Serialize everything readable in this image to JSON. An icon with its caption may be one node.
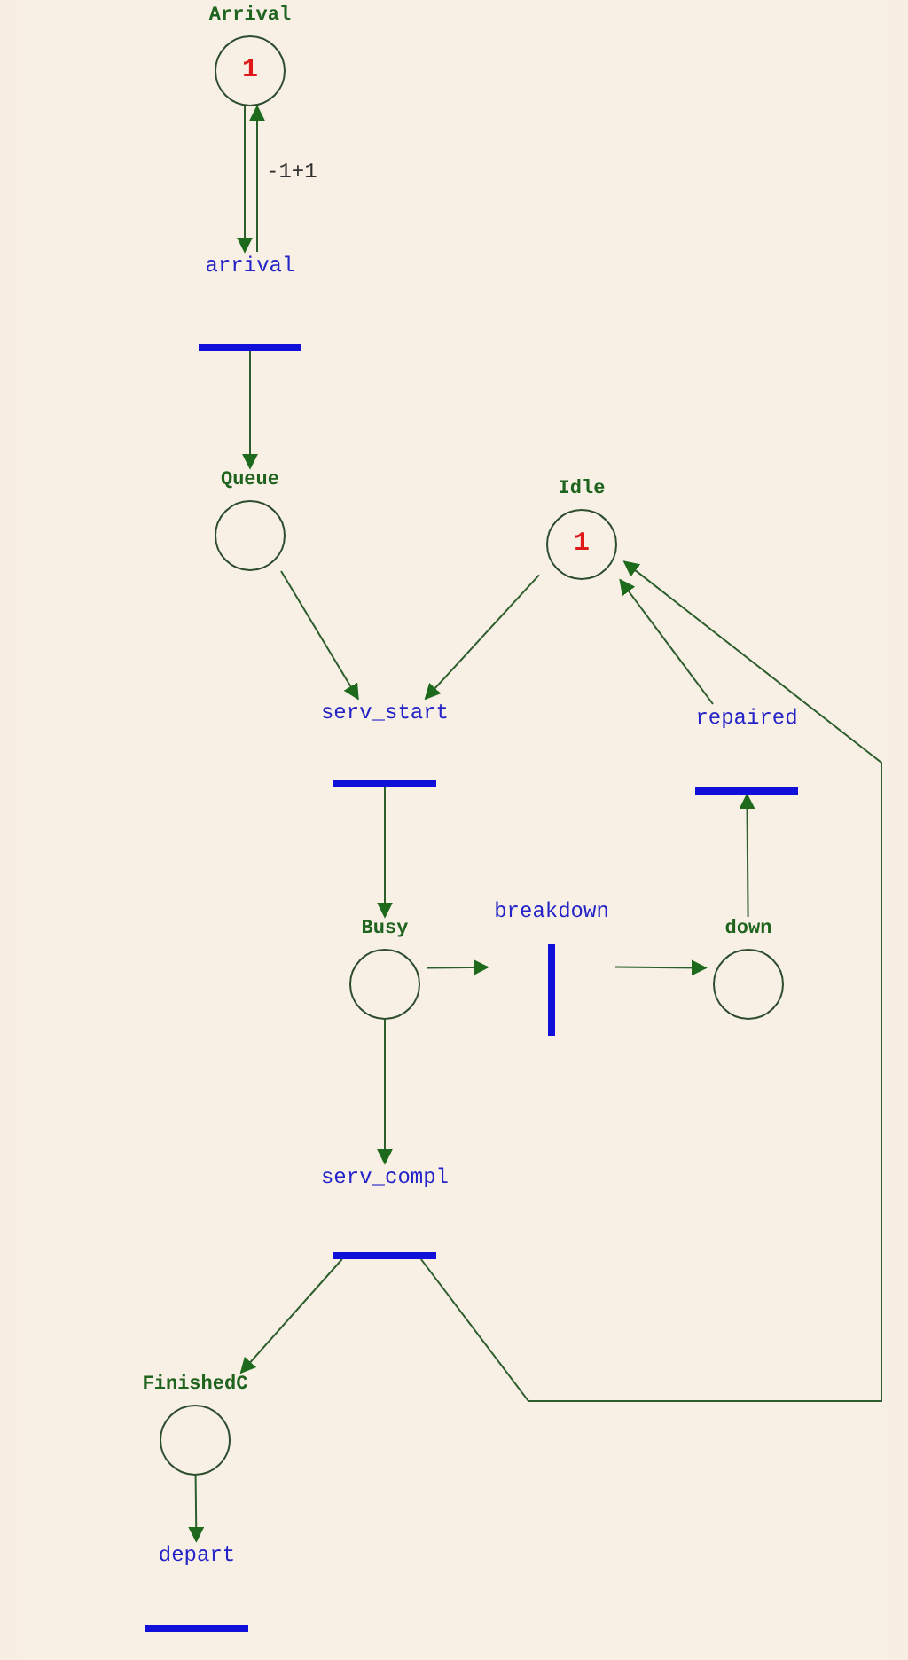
{
  "diagram": {
    "nodes": [
      {
        "text": [
          "Arrival",
          "1"
        ]
      },
      {
        "text": [
          "arrival"
        ]
      },
      {
        "text": [
          "Queue"
        ]
      },
      {
        "text": [
          "Idle",
          "1"
        ]
      },
      {
        "text": [
          "serv_start"
        ]
      },
      {
        "text": [
          "repaired"
        ]
      },
      {
        "text": [
          "Busy"
        ]
      },
      {
        "text": [
          "breakdown"
        ]
      },
      {
        "text": [
          "down"
        ]
      },
      {
        "text": [
          "serv_compl"
        ]
      },
      {
        "text": [
          "FinishedC"
        ]
      },
      {
        "text": [
          "depart"
        ]
      }
    ],
    "edges": [
      {
        "from": 1,
        "to": 0,
        "arrow": "to",
        "label": "-1+1"
      },
      {
        "from": 0,
        "to": 1,
        "arrow": "to"
      },
      {
        "from": 1,
        "to": 2,
        "arrow": "to"
      },
      {
        "from": 2,
        "to": 4,
        "arrow": "to"
      },
      {
        "from": 3,
        "to": 4,
        "arrow": "to"
      },
      {
        "from": 4,
        "to": 6,
        "arrow": "to"
      },
      {
        "from": 5,
        "to": 3,
        "arrow": "to"
      },
      {
        "from": 9,
        "to": 3,
        "arrow": "to"
      },
      {
        "from": 6,
        "to": 7,
        "arrow": "to"
      },
      {
        "from": 7,
        "to": 8,
        "arrow": "to"
      },
      {
        "from": 8,
        "to": 5,
        "arrow": "to"
      },
      {
        "from": 6,
        "to": 9,
        "arrow": "to"
      },
      {
        "from": 9,
        "to": 10,
        "arrow": "to"
      },
      {
        "from": 10,
        "to": 11,
        "arrow": "to"
      }
    ]
  }
}
